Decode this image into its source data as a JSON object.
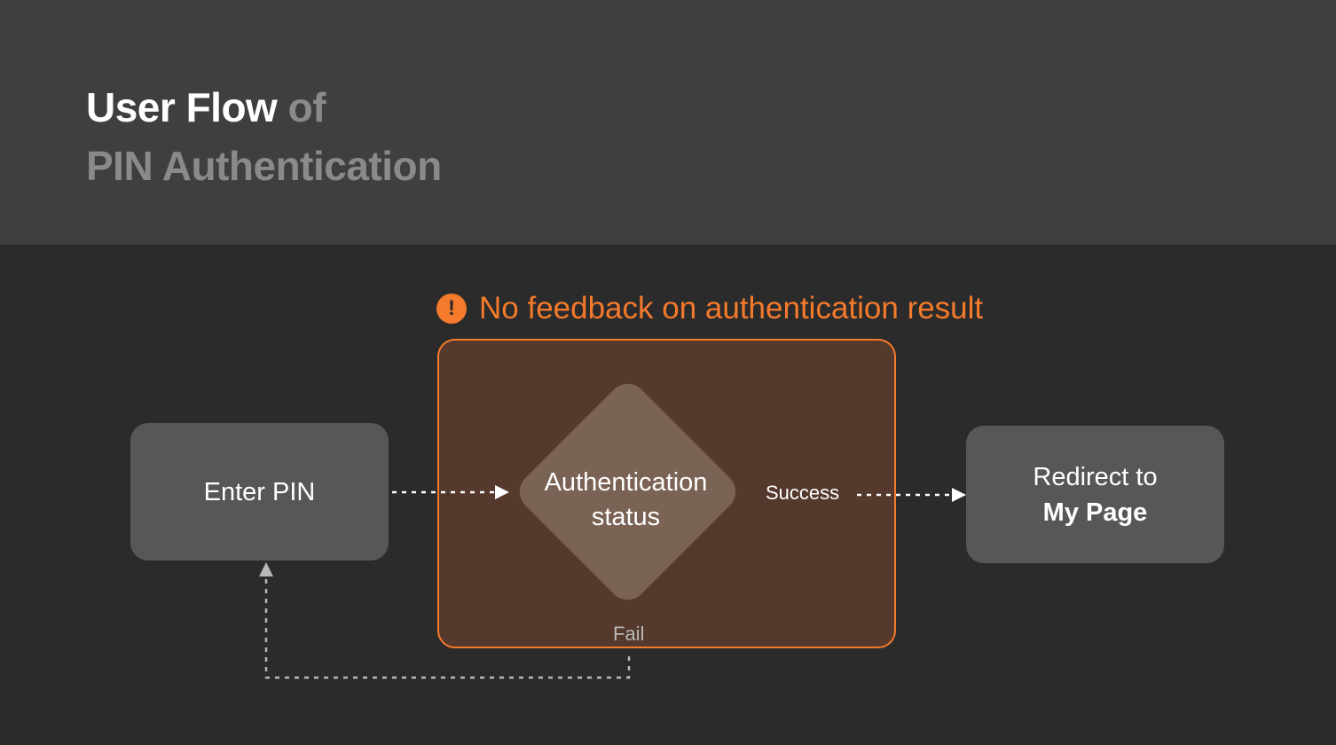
{
  "header": {
    "title_line1_strong": "User Flow",
    "title_line1_muted": "of",
    "title_line2": "PIN Authentication"
  },
  "warning": {
    "icon": "exclamation-icon",
    "icon_glyph": "!",
    "text": "No feedback on authentication result"
  },
  "nodes": {
    "enter_pin": "Enter PIN",
    "decision_line1": "Authentication",
    "decision_line2": "status",
    "redirect_line1": "Redirect to",
    "redirect_line2": "My Page"
  },
  "edges": {
    "success": "Success",
    "fail": "Fail"
  },
  "colors": {
    "accent": "#f47a2c",
    "header_bg": "#3f3f3f",
    "canvas_bg": "#2b2b2b",
    "node_bg": "#575757",
    "highlight_bg": "#56392d",
    "decision_bg": "#7a6254"
  }
}
